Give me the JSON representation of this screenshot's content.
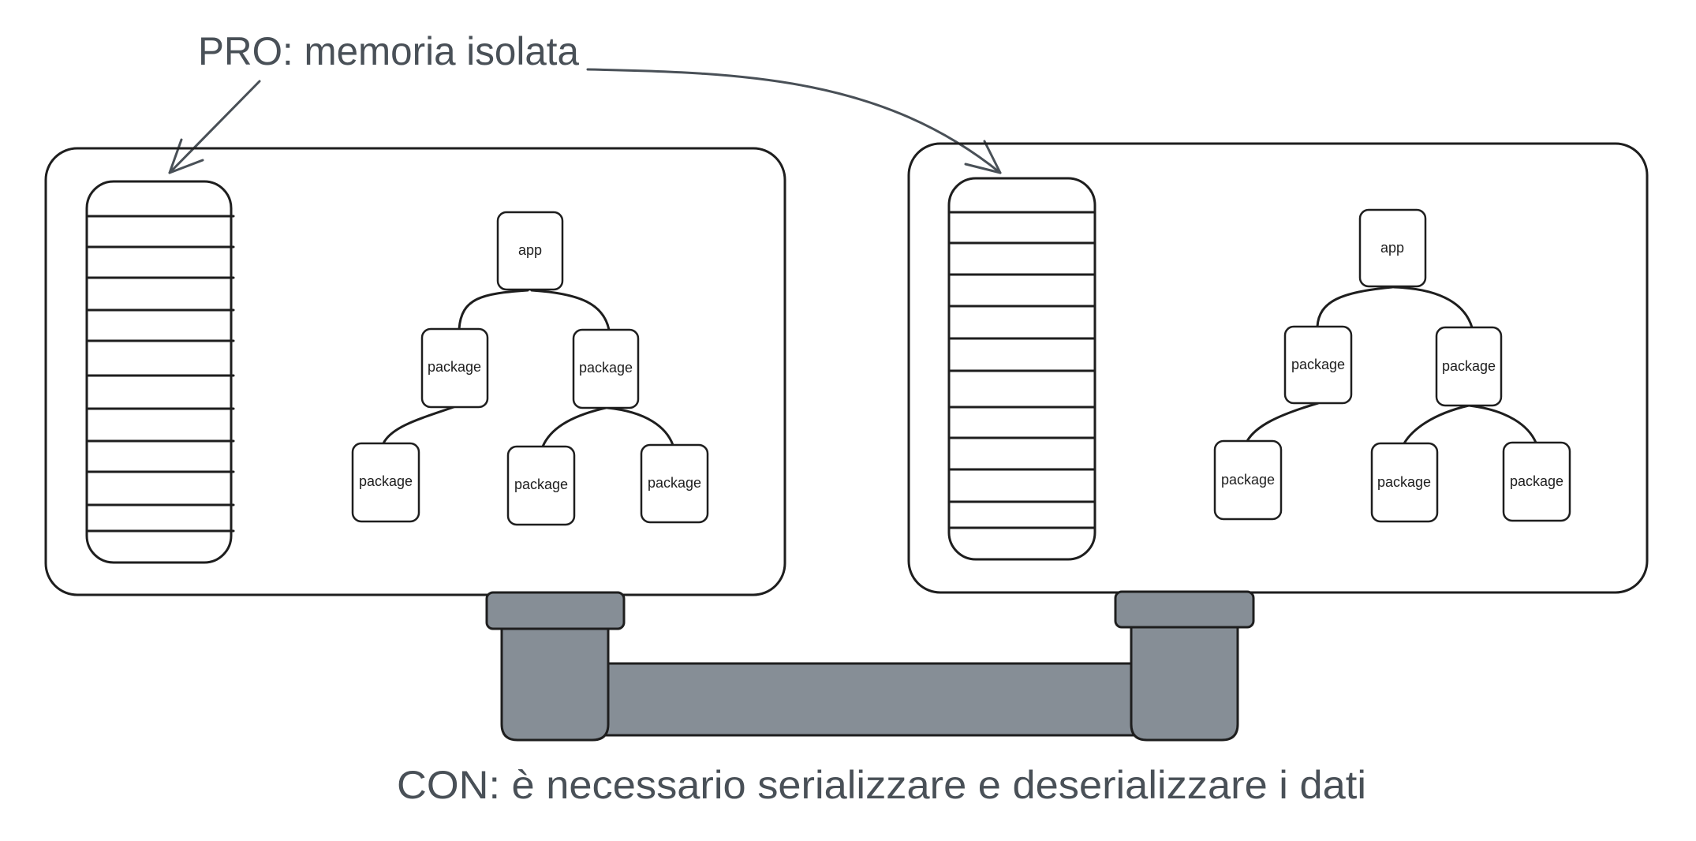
{
  "annotations": {
    "pro": "PRO: memoria isolata",
    "con": "CON: è necessario serializzare e deserializzare i dati"
  },
  "processes": [
    {
      "tree": {
        "root": "app",
        "children": [
          "package",
          "package"
        ],
        "grandchildren": [
          "package",
          "package",
          "package"
        ]
      }
    },
    {
      "tree": {
        "root": "app",
        "children": [
          "package",
          "package"
        ],
        "grandchildren": [
          "package",
          "package",
          "package"
        ]
      }
    }
  ],
  "colors": {
    "stroke": "#1e1e1e",
    "annotation_text": "#495057",
    "connector_fill": "#868e96",
    "background": "#ffffff"
  }
}
